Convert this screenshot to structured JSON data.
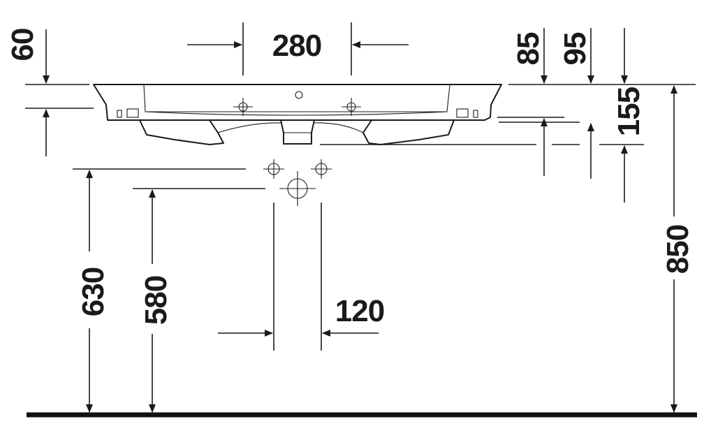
{
  "dimensions": {
    "d60": "60",
    "d280": "280",
    "d85": "85",
    "d95": "95",
    "d155": "155",
    "d850": "850",
    "d630": "630",
    "d580": "580",
    "d120": "120"
  },
  "colors": {
    "line": "#1a1a1a",
    "background": "#ffffff"
  }
}
